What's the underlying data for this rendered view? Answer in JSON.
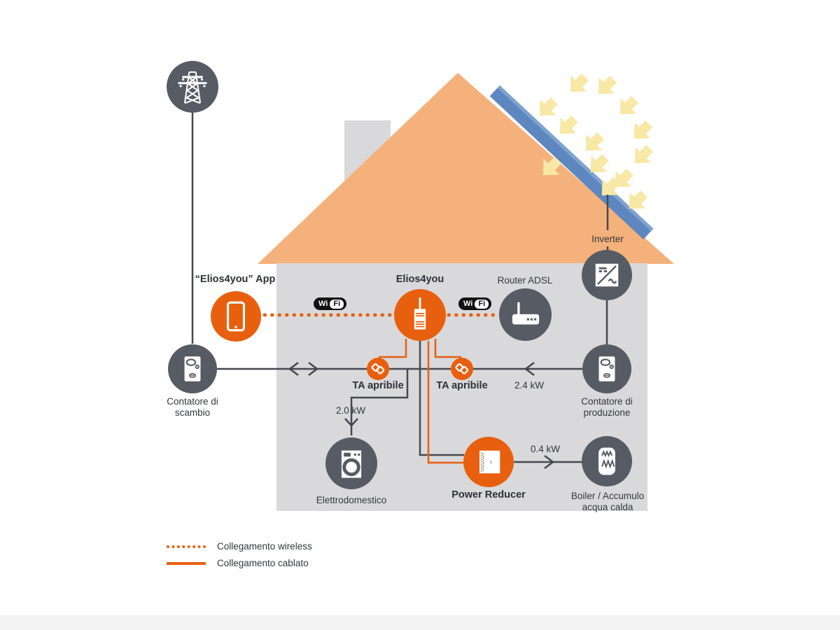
{
  "colors": {
    "orange": "#E8600F",
    "roof": "#F5B17C",
    "panel_blue": "#5D87BE",
    "sun_yellow": "#F8E8A6",
    "house_gray": "#D9D9DB",
    "node_gray": "#575C64",
    "line_gray": "#45494E"
  },
  "nodes": {
    "grid_pylon": {
      "icon": "power-pylon-icon"
    },
    "app": {
      "label": "“Elios4you” App",
      "icon": "tablet-icon"
    },
    "elios4you": {
      "label": "Elios4you",
      "icon": "monitor-device-icon"
    },
    "router": {
      "label": "Router ADSL",
      "icon": "router-icon"
    },
    "inverter": {
      "label": "Inverter",
      "icon": "inverter-icon"
    },
    "meter_exchange": {
      "label": "Contatore di scambio",
      "icon": "energy-meter-icon"
    },
    "meter_production": {
      "label": "Contatore di produzione",
      "icon": "energy-meter-icon"
    },
    "ta_left": {
      "label": "TA apribile",
      "icon": "current-clamp-icon"
    },
    "ta_right": {
      "label": "TA apribile",
      "icon": "current-clamp-icon"
    },
    "appliance": {
      "label": "Elettrodomestico",
      "icon": "washing-machine-icon"
    },
    "power_reducer": {
      "label": "Power Reducer",
      "icon": "power-reducer-icon"
    },
    "boiler": {
      "label": "Boiler / Accumulo acqua calda",
      "icon": "boiler-coil-icon"
    }
  },
  "flows": {
    "to_appliance": "2.0 kW",
    "from_production": "2.4 kW",
    "to_boiler": "0.4 kW"
  },
  "wifi_badge": {
    "wi": "Wi",
    "fi": "Fi"
  },
  "legend": {
    "wireless": "Collegamento wireless",
    "wired": "Collegamento cablato"
  }
}
